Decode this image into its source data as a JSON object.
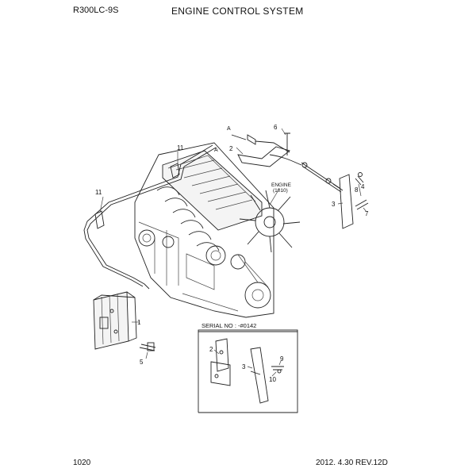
{
  "header": {
    "model": "R300LC-9S",
    "title": "ENGINE CONTROL SYSTEM"
  },
  "footer": {
    "page": "1020",
    "revision": "2012. 4.30  REV.12D"
  },
  "callouts": {
    "c1": "1",
    "c2": "2",
    "c3": "3",
    "c4": "4",
    "c5": "5",
    "c6": "6",
    "c7": "7",
    "c8": "8",
    "c11a": "11",
    "c11b": "11",
    "a1": "A",
    "a2": "A",
    "engine": "ENGINE",
    "engine_ref": "(1010)"
  },
  "inset": {
    "serial": "SERIAL NO : -#0142",
    "c2": "2",
    "c3": "3",
    "c9": "9",
    "c10": "10"
  }
}
